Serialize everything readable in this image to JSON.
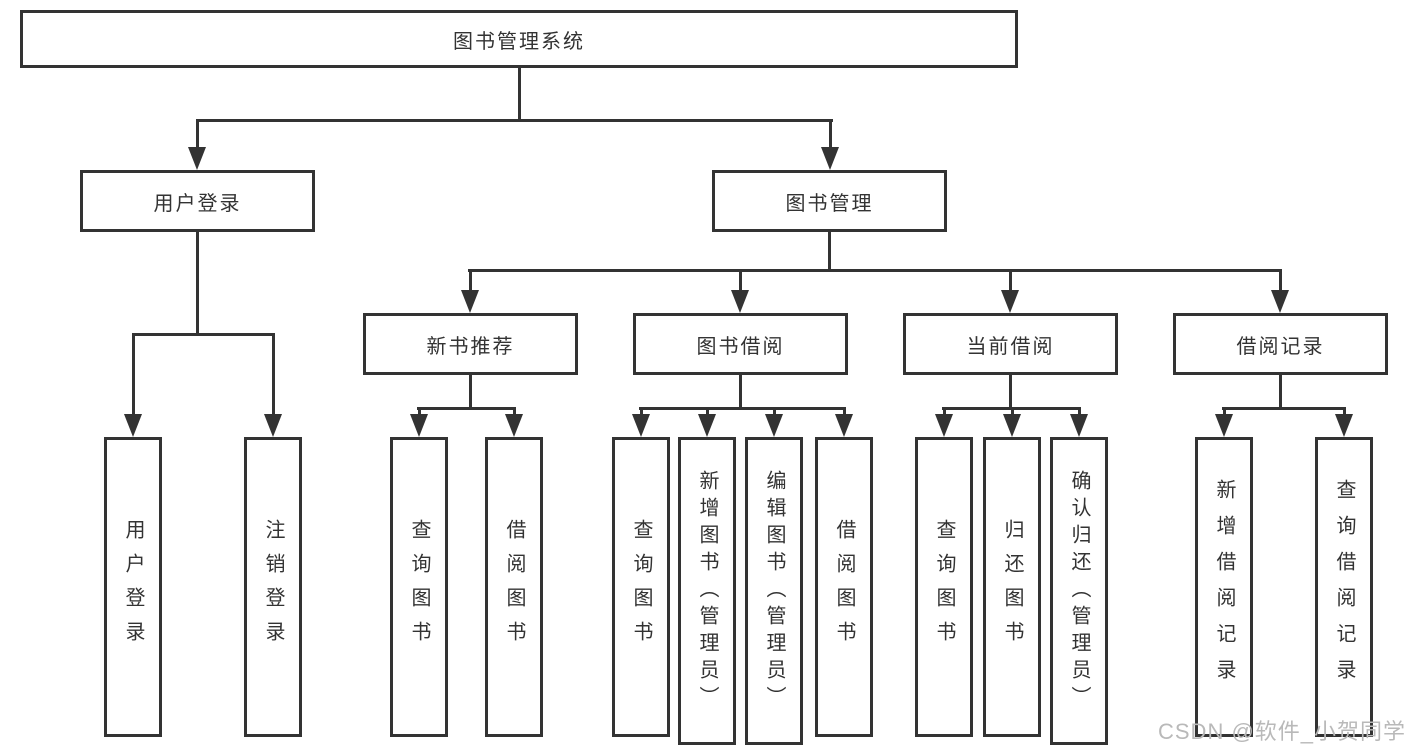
{
  "diagram": {
    "root": {
      "label": "图书管理系统"
    },
    "level2": [
      {
        "label": "用户登录"
      },
      {
        "label": "图书管理"
      }
    ],
    "level3": [
      {
        "label": "新书推荐"
      },
      {
        "label": "图书借阅"
      },
      {
        "label": "当前借阅"
      },
      {
        "label": "借阅记录"
      }
    ],
    "leaves": {
      "user_login": [
        {
          "label": "用户登录"
        },
        {
          "label": "注销登录"
        }
      ],
      "new_books": [
        {
          "label": "查询图书"
        },
        {
          "label": "借阅图书"
        }
      ],
      "book_borrow": [
        {
          "label": "查询图书"
        },
        {
          "label": "新增图书（管理员）"
        },
        {
          "label": "编辑图书（管理员）"
        },
        {
          "label": "借阅图书"
        }
      ],
      "current_borrow": [
        {
          "label": "查询图书"
        },
        {
          "label": "归还图书"
        },
        {
          "label": "确认归还（管理员）"
        }
      ],
      "borrow_records": [
        {
          "label": "新增借阅记录"
        },
        {
          "label": "查询借阅记录"
        }
      ]
    }
  },
  "watermark": "CSDN @软件_小贺同学",
  "colors": {
    "line": "#333333",
    "text": "#333333",
    "watermark": "#b9b9b9",
    "background": "#ffffff"
  }
}
